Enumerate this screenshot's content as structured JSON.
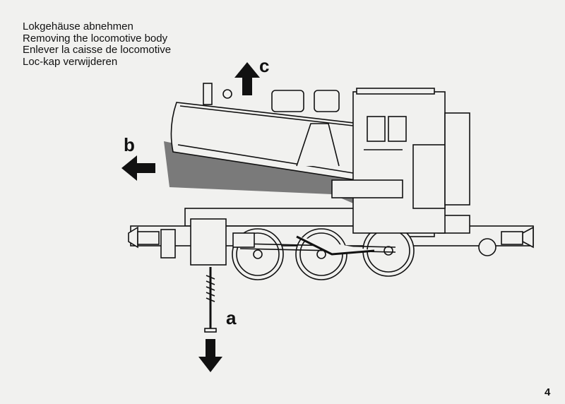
{
  "titles": [
    "Lokgehäuse abnehmen",
    "Removing the locomotive body",
    "Enlever la caisse de locomotive",
    "Loc-kap verwijderen"
  ],
  "labels": {
    "a": "a",
    "b": "b",
    "c": "c"
  },
  "page_number": "4",
  "colors": {
    "line": "#111111",
    "shadow": "#7a7a7a",
    "paper": "#f1f1ef"
  }
}
